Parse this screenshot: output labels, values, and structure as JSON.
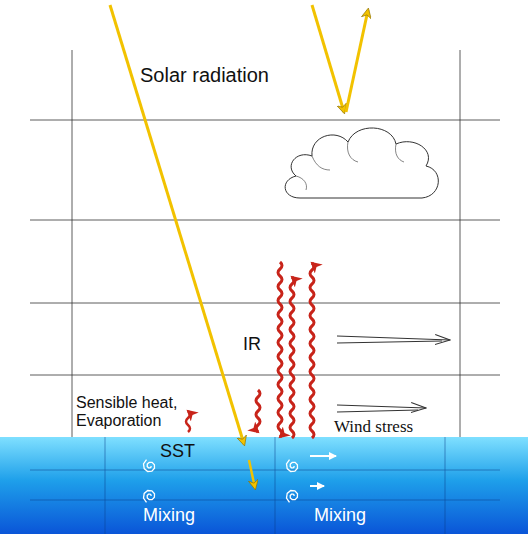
{
  "diagram": {
    "labels": [
      "Solar radiation",
      "IR",
      "Sensible heat, Evaporation",
      "SST",
      "Wind stress",
      "Mixing",
      "Mixing"
    ]
  }
}
